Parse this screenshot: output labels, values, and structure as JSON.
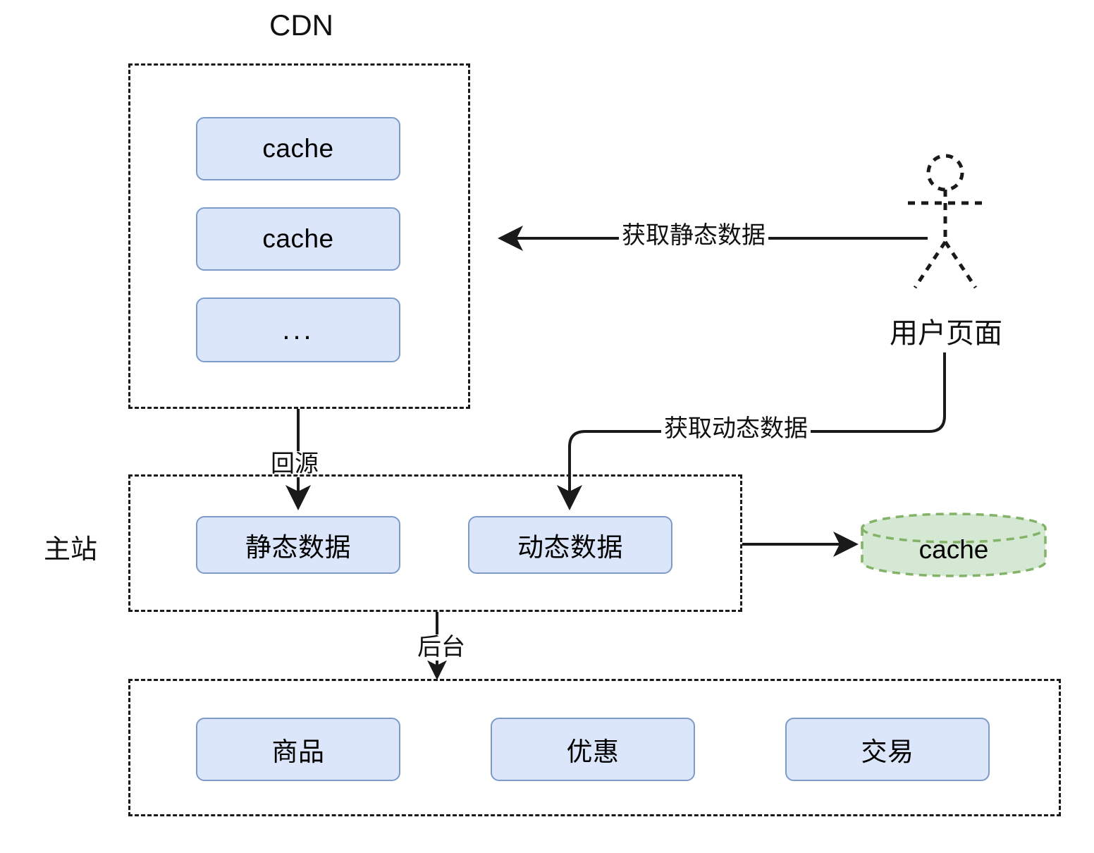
{
  "diagram": {
    "title": "CDN",
    "groups": [
      {
        "id": "cdn",
        "label": "CDN",
        "label_position": "top-center"
      },
      {
        "id": "main-site",
        "label": "主站",
        "label_position": "left-outside"
      },
      {
        "id": "backend",
        "label": "",
        "label_position": "none"
      }
    ],
    "cdn_group": {
      "title": "CDN",
      "nodes": [
        {
          "id": "cdn-cache-1",
          "label": "cache"
        },
        {
          "id": "cdn-cache-2",
          "label": "cache"
        },
        {
          "id": "cdn-cache-more",
          "label": "..."
        }
      ]
    },
    "main_site_group": {
      "label": "主站",
      "nodes": [
        {
          "id": "static-data",
          "label": "静态数据"
        },
        {
          "id": "dynamic-data",
          "label": "动态数据"
        }
      ]
    },
    "backend_group": {
      "nodes": [
        {
          "id": "product",
          "label": "商品"
        },
        {
          "id": "promotion",
          "label": "优惠"
        },
        {
          "id": "transaction",
          "label": "交易"
        }
      ]
    },
    "cache_store": {
      "id": "server-cache",
      "label": "cache",
      "shape": "cylinder",
      "fill": "#d5e8d4",
      "stroke": "#82b366"
    },
    "actor": {
      "id": "user-page",
      "label": "用户页面",
      "shape": "stick-figure-dashed"
    },
    "edges": [
      {
        "id": "edge-static-fetch",
        "label": "获取静态数据",
        "from": "user-page",
        "to": "cdn"
      },
      {
        "id": "edge-origin-pull",
        "label": "回源",
        "from": "cdn",
        "to": "static-data"
      },
      {
        "id": "edge-dynamic-fetch",
        "label": "获取动态数据",
        "from": "user-page",
        "to": "dynamic-data"
      },
      {
        "id": "edge-cache-write",
        "label": "",
        "from": "main-site",
        "to": "server-cache"
      },
      {
        "id": "edge-backend",
        "label": "后台",
        "from": "main-site",
        "to": "backend"
      }
    ],
    "colors": {
      "node_fill": "#dce6fa",
      "node_stroke": "#7d9bc8",
      "cache_fill": "#d5e8d4",
      "cache_stroke": "#82b366",
      "group_stroke": "#1a1a1a",
      "edge_stroke": "#1a1a1a",
      "text": "#111111",
      "background": "#ffffff"
    }
  }
}
